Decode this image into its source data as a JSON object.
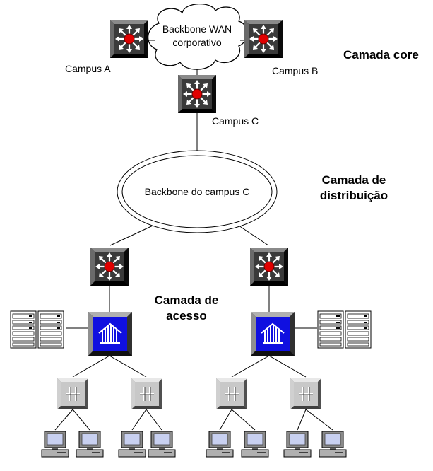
{
  "labels": {
    "wan_line1": "Backbone WAN",
    "wan_line2": "corporativo",
    "campus_a": "Campus A",
    "campus_b": "Campus B",
    "campus_c": "Campus C",
    "backbone_campus": "Backbone do campus C"
  },
  "layers": {
    "core": "Camada core",
    "distribution_line1": "Camada de",
    "distribution_line2": "distribuição",
    "access_line1": "Camada de",
    "access_line2": "acesso"
  },
  "colors": {
    "router_dark": "#3a3a3a",
    "router_core": "#e00000",
    "switch_blue": "#1010e0",
    "hub_gray": "#c8c8c8",
    "monitor_screen": "#c8d0f0",
    "line": "#000000"
  },
  "icons": {
    "multilayer_switch": "multilayer-switch-icon",
    "lan_switch": "lan-switch-icon",
    "hub": "hub-icon",
    "server": "server-icon",
    "workstation": "workstation-icon",
    "cloud": "cloud-icon"
  }
}
